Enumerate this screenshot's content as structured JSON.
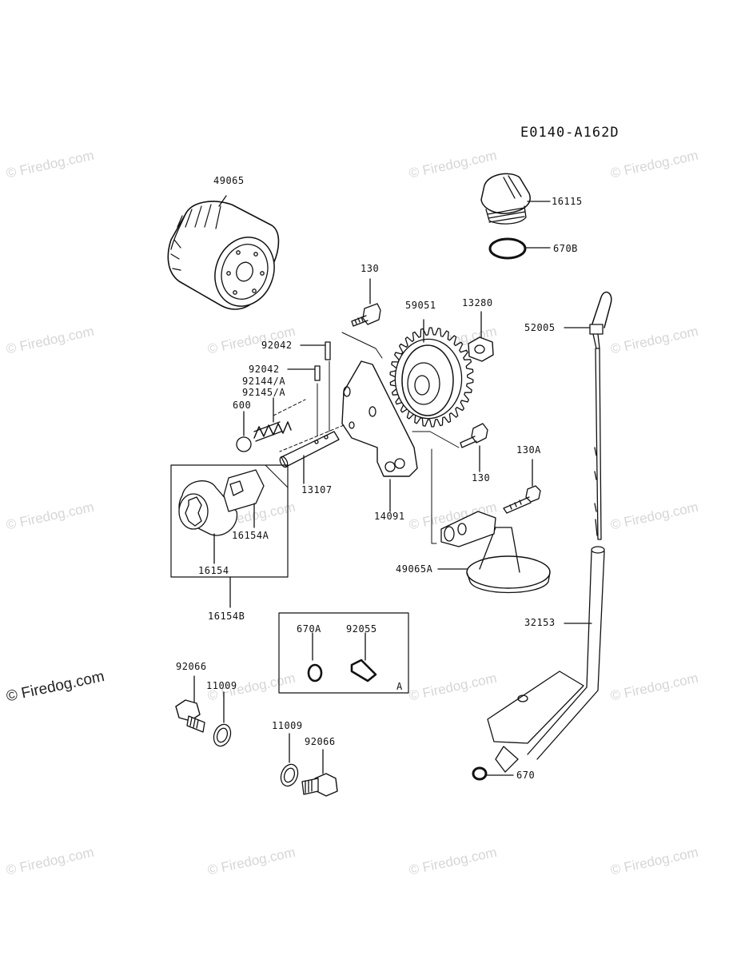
{
  "diagram_code": "E0140-A162D",
  "watermark": "© Firedog.com",
  "callouts": {
    "p49065": "49065",
    "p16115": "16115",
    "p670B": "670B",
    "p130_top": "130",
    "p59051": "59051",
    "p13280": "13280",
    "p52005": "52005",
    "p92042_a": "92042",
    "p92042_b": "92042",
    "p92144A": "92144/A",
    "p92145A": "92145/A",
    "p600": "600",
    "p130_mid": "130",
    "p130A": "130A",
    "p13107": "13107",
    "p14091": "14091",
    "p16154A": "16154A",
    "p16154": "16154",
    "p16154B": "16154B",
    "p49065A": "49065A",
    "p32153": "32153",
    "p670A": "670A",
    "p92055": "92055",
    "box_a": "A",
    "p92066_left": "92066",
    "p11009_left": "11009",
    "p11009_right": "11009",
    "p92066_right": "92066",
    "p670": "670"
  }
}
